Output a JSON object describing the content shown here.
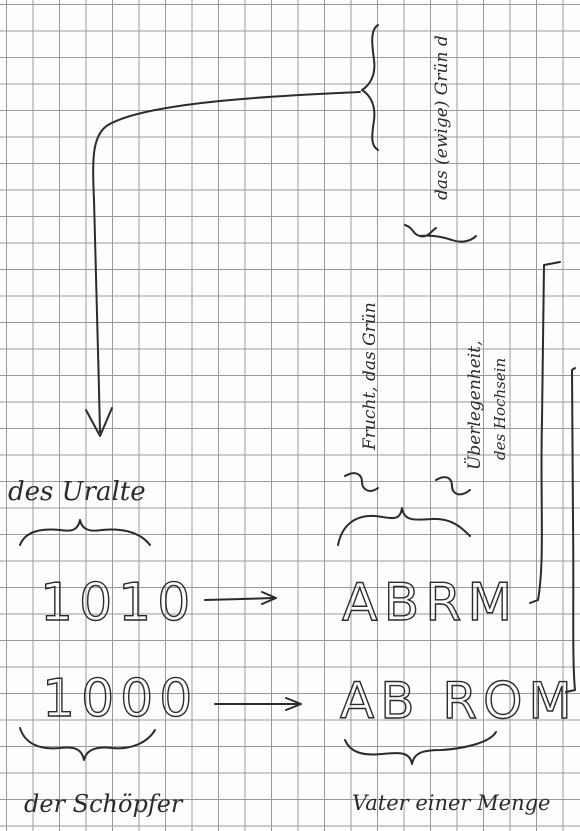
{
  "top_right_vertical": "das (ewige) Grün d",
  "fruit_label": "Frucht, das Grün",
  "superiority_label_1": "Überlegenheit,",
  "superiority_label_2": "des Hochsein",
  "left_top_label": "des Uralte",
  "left_bottom_label": "der Schöpfer",
  "right_bottom_label": "Vater einer Menge",
  "number_1": "1010",
  "number_2": "1000",
  "word_1": "ABRM",
  "word_2": "AB ROM"
}
